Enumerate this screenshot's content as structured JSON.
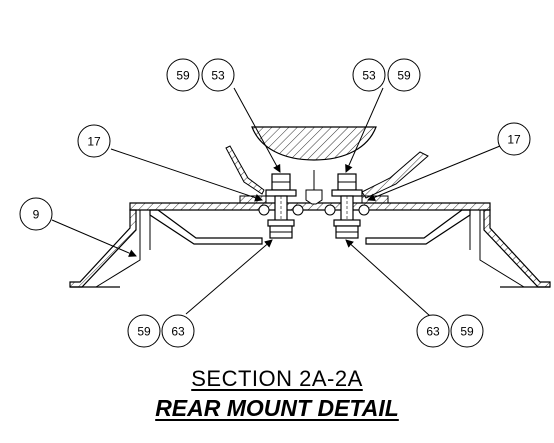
{
  "callouts": {
    "c59_tl": "59",
    "c53_tl": "53",
    "c53_tr": "53",
    "c59_tr": "59",
    "c17_l": "17",
    "c17_r": "17",
    "c9": "9",
    "c59_bl": "59",
    "c63_bl": "63",
    "c63_br": "63",
    "c59_br": "59"
  },
  "title": {
    "section": "SECTION 2A-2A",
    "detail": "REAR MOUNT DETAIL"
  }
}
